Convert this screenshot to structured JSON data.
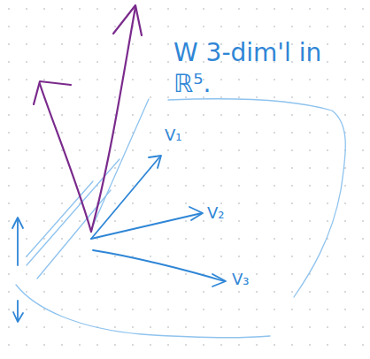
{
  "diagram": {
    "labels": [
      "W 3-dim'l in ℝ⁵.",
      "V₁",
      "V₂",
      "V₃"
    ]
  }
}
